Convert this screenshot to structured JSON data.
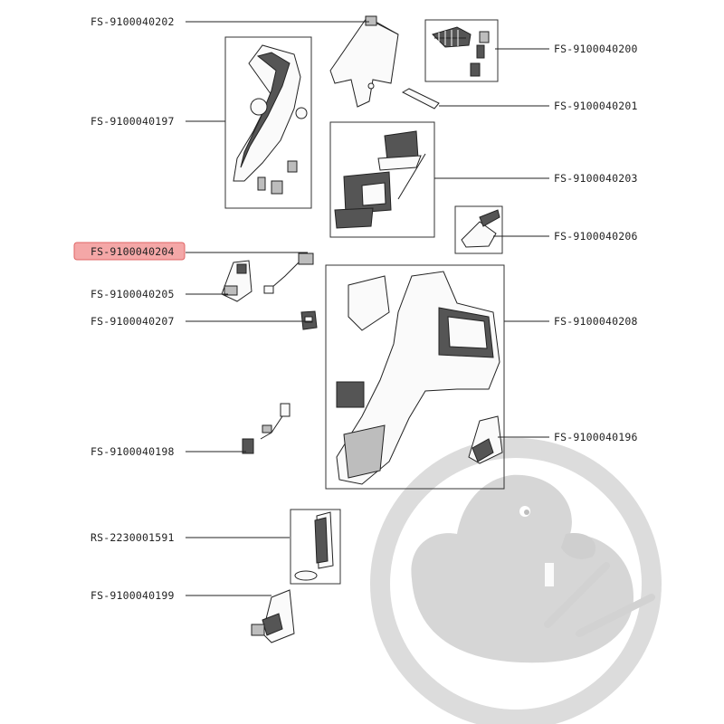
{
  "diagram": {
    "highlight_color": "#f28b8b",
    "watermark_color": "#d9d9d9",
    "labels": {
      "fs_9100040202": "FS-9100040202",
      "fs_9100040200": "FS-9100040200",
      "fs_9100040197": "FS-9100040197",
      "fs_9100040201": "FS-9100040201",
      "fs_9100040203": "FS-9100040203",
      "fs_9100040206": "FS-9100040206",
      "fs_9100040204": "FS-9100040204",
      "fs_9100040205": "FS-9100040205",
      "fs_9100040207": "FS-9100040207",
      "fs_9100040208": "FS-9100040208",
      "fs_9100040196": "FS-9100040196",
      "fs_9100040198": "FS-9100040198",
      "rs_2230001591": "RS-2230001591",
      "fs_9100040199": "FS-9100040199"
    },
    "selected_part": "FS-9100040204"
  }
}
